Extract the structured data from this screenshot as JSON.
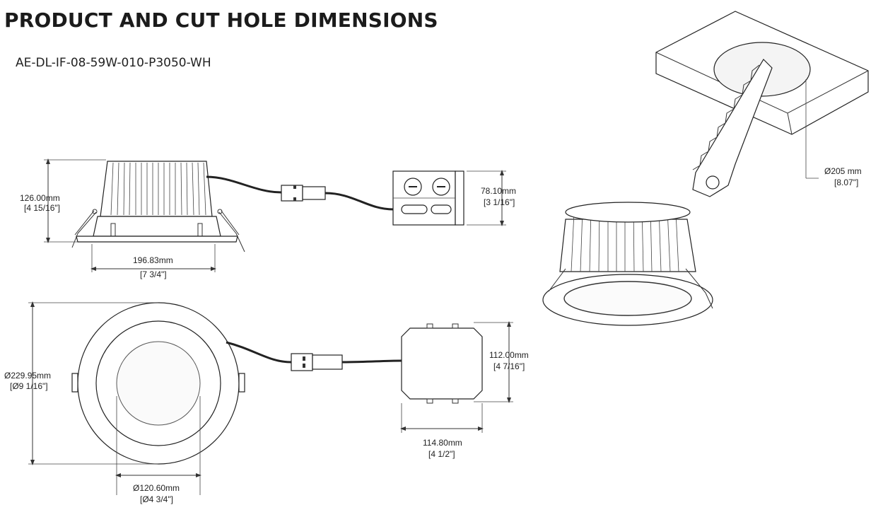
{
  "header": {
    "title": "PRODUCT AND CUT HOLE DIMENSIONS",
    "model": "AE-DL-IF-08-59W-010-P3050-WH"
  },
  "dimensions": {
    "height_mm": "126.00mm",
    "height_in": "[4 15/16\"]",
    "width_mm": "196.83mm",
    "width_in": "[7 3/4\"]",
    "box_height_mm": "78.10mm",
    "box_height_in": "[3 1/16\"]",
    "outer_dia_mm": "Ø229.95mm",
    "outer_dia_in": "[Ø9 1/16\"]",
    "inner_dia_mm": "Ø120.60mm",
    "inner_dia_in": "[Ø4 3/4\"]",
    "box_depth_mm": "112.00mm",
    "box_depth_in": "[4 7/16\"]",
    "box_width_mm": "114.80mm",
    "box_width_in": "[4 1/2\"]",
    "cut_hole_mm": "Ø205 mm",
    "cut_hole_in": "[8.07\"]"
  }
}
